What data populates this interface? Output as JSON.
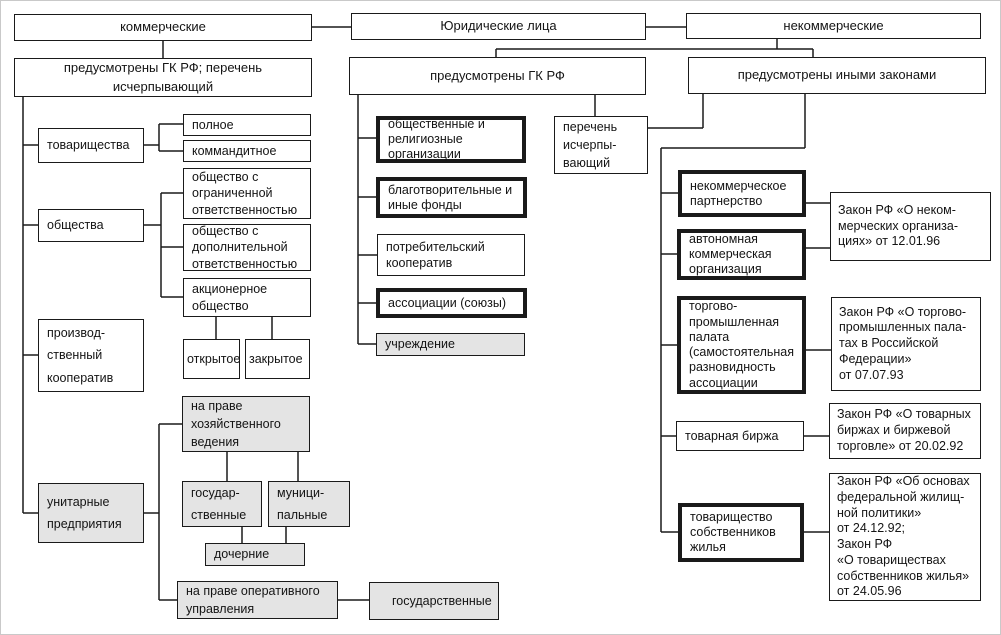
{
  "diagram_title": "Юридические лица",
  "colors": {
    "border": "#1a1a1a",
    "gray_fill": "#e4e4e4",
    "background": "#ffffff"
  },
  "nodes": {
    "legal_entities": {
      "label": "Юридические лица"
    },
    "commercial": {
      "label": "коммерческие"
    },
    "noncommercial": {
      "label": "некоммерческие"
    },
    "commercial_gk": {
      "label": "предусмотрены ГК РФ; перечень\nисчерпывающий"
    },
    "noncommercial_gk": {
      "label": "предусмотрены ГК РФ"
    },
    "other_laws": {
      "label": "предусмотрены иными законами"
    },
    "partnerships": {
      "label": "товарищества"
    },
    "full_partnership": {
      "label": "полное"
    },
    "limited_partnership": {
      "label": "коммандитное"
    },
    "companies": {
      "label": "общества"
    },
    "llc": {
      "label": "общество с\nограниченной\nответственностью"
    },
    "alc": {
      "label": "общество с\nдополнительной\nответственностью"
    },
    "jsc": {
      "label": "акционерное\nобщество"
    },
    "open_jsc": {
      "label": "открытое"
    },
    "closed_jsc": {
      "label": "закрытое"
    },
    "production_coop": {
      "label": "производ-\nственный\nкооператив"
    },
    "unitary_enterprises": {
      "label": "унитарные\nпредприятия"
    },
    "economic_management": {
      "label": "на праве\nхозяйственного\nведения"
    },
    "state_enterprises": {
      "label": "государ-\nственные"
    },
    "municipal_enterprises": {
      "label": "муници-\nпальные"
    },
    "subsidiaries": {
      "label": "дочерние"
    },
    "operational_management": {
      "label": "на праве оперативного\nуправления"
    },
    "state_operational": {
      "label": "государственные"
    },
    "public_religious": {
      "label": "общественные и\nрелигиозные\nорганизации"
    },
    "charity_funds": {
      "label": "благотворительные и\nиные фонды"
    },
    "consumer_coop": {
      "label": "потребительский\nкооператив"
    },
    "associations": {
      "label": "ассоциации (союзы)"
    },
    "institution": {
      "label": "учреждение"
    },
    "exhaustive_list": {
      "label": "перечень\nисчерпы-\nвающий"
    },
    "noncommercial_partnership": {
      "label": "некоммерческое\nпартнерство"
    },
    "autonomous_org": {
      "label": "автономная\nкоммерческая\nорганизация"
    },
    "chamber_commerce": {
      "label": "торгово-\nпромышленная\nпалата\n(самостоятельная\nразновидность\nассоциации"
    },
    "commodity_exchange": {
      "label": "товарная биржа"
    },
    "homeowners_assoc": {
      "label": "товарищество\nсобственников\nжилья"
    },
    "law_noncommercial": {
      "label": "Закон РФ «О неком-\nмерческих организа-\nциях» от 12.01.96"
    },
    "law_chamber": {
      "label": "Закон РФ «О торгово-\nпромышленных пала-\nтах в Российской\nФедерации»\nот 07.07.93"
    },
    "law_exchange": {
      "label": "Закон РФ «О товарных\nбиржах и биржевой\nторговле» от 20.02.92"
    },
    "law_homeowners": {
      "label": "Закон РФ «Об основах\nфедеральной жилищ-\nной политики»\nот 24.12.92;\nЗакон РФ\n«О товариществах\nсобственников жилья»\nот 24.05.96"
    }
  }
}
